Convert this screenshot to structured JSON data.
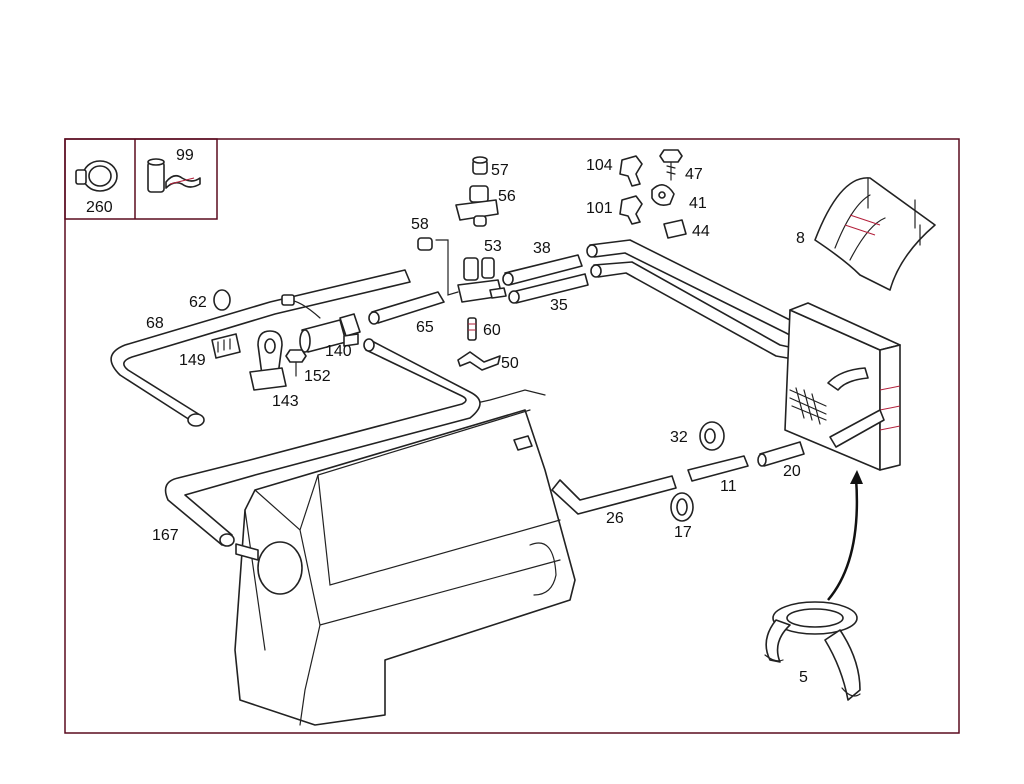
{
  "colors": {
    "line": "#222222",
    "frame": "#5a0a1e",
    "accent": "#b21f3a",
    "background": "#ffffff"
  },
  "inset_labels": {
    "clamp": "260",
    "hose_clamp_set": "99"
  },
  "part_labels": {
    "p57": "57",
    "p56": "56",
    "p58": "58",
    "p53": "53",
    "p38": "38",
    "p35": "35",
    "p104": "104",
    "p47": "47",
    "p41": "41",
    "p101": "101",
    "p44": "44",
    "p8": "8",
    "p62": "62",
    "p68": "68",
    "p149": "149",
    "p140": "140",
    "p152": "152",
    "p143": "143",
    "p65": "65",
    "p60": "60",
    "p50": "50",
    "p32": "32",
    "p11": "11",
    "p20": "20",
    "p26": "26",
    "p17": "17",
    "p167": "167",
    "p5": "5"
  }
}
